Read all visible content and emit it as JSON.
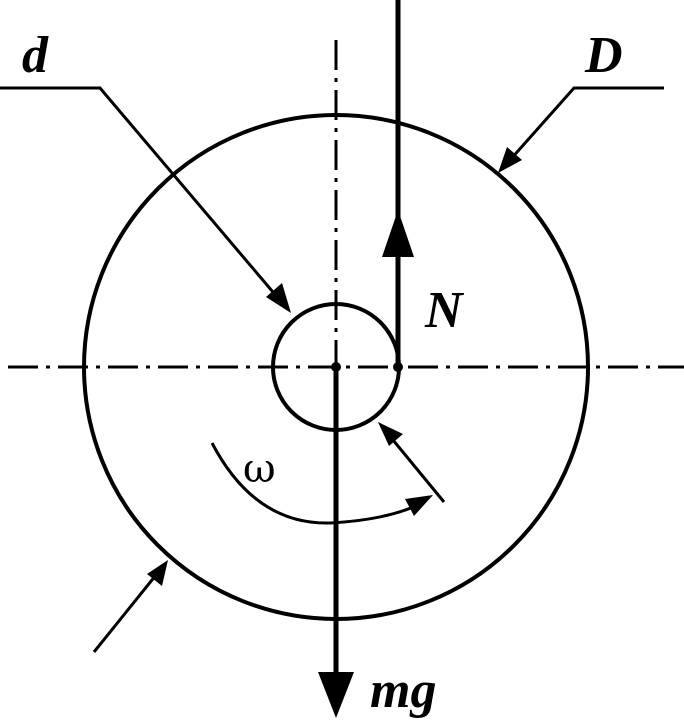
{
  "labels": {
    "d": "d",
    "D": "D",
    "N": "N",
    "mg": "mg",
    "omega": "ω"
  },
  "colors": {
    "stroke": "#000000",
    "background": "#ffffff"
  }
}
